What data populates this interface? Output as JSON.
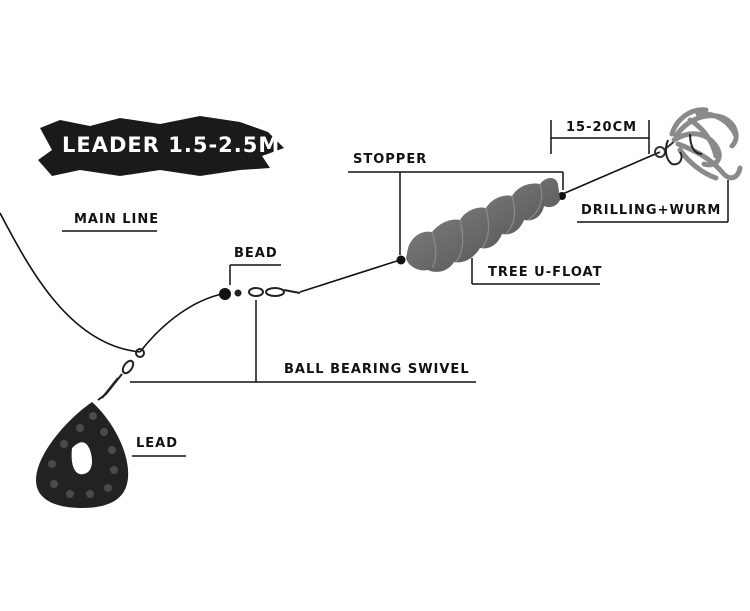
{
  "title": "LEADER 1.5-2.5M",
  "labels": {
    "main_line": "MAIN LINE",
    "bead": "BEAD",
    "stopper": "STOPPER",
    "distance": "15-20CM",
    "drilling": "DRILLING+WURM",
    "float": "TREE U-FLOAT",
    "swivel": "BALL BEARING SWIVEL",
    "lead": "LEAD"
  },
  "colors": {
    "line": "#111111",
    "banner": "#1a1a1a",
    "float": "#6f6f6f",
    "worm": "#8a8a8a",
    "lead": "#222222"
  }
}
